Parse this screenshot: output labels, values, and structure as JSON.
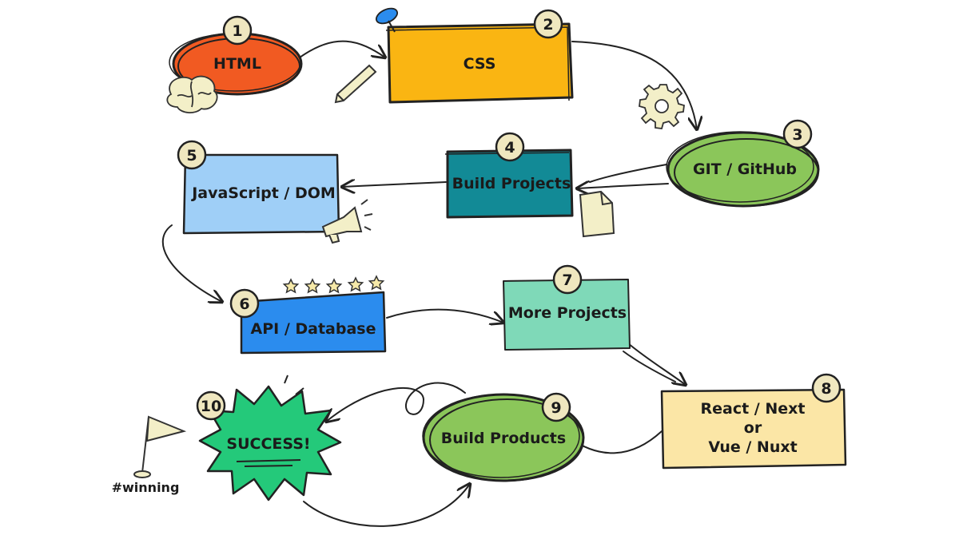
{
  "diagram": {
    "steps": [
      {
        "number": "1",
        "label": "HTML",
        "color": "#f15a22"
      },
      {
        "number": "2",
        "label": "CSS",
        "color": "#fab512"
      },
      {
        "number": "3",
        "label": "GIT / GitHub",
        "color": "#8bc65a"
      },
      {
        "number": "4",
        "label": "Build Projects",
        "color": "#128a96"
      },
      {
        "number": "5",
        "label": "JavaScript / DOM",
        "color": "#9fcff7"
      },
      {
        "number": "6",
        "label": "API / Database",
        "color": "#2b8cee"
      },
      {
        "number": "7",
        "label": "More Projects",
        "color": "#7fd9b8"
      },
      {
        "number": "8",
        "label_lines": [
          "React / Next",
          "or",
          "Vue / Nuxt"
        ],
        "color": "#fbe6a6"
      },
      {
        "number": "9",
        "label": "Build Products",
        "color": "#8bc65a"
      },
      {
        "number": "10",
        "label": "SUCCESS!",
        "color": "#24c97a"
      }
    ],
    "tag": "#winning",
    "badge_color": "#efe7bf"
  }
}
